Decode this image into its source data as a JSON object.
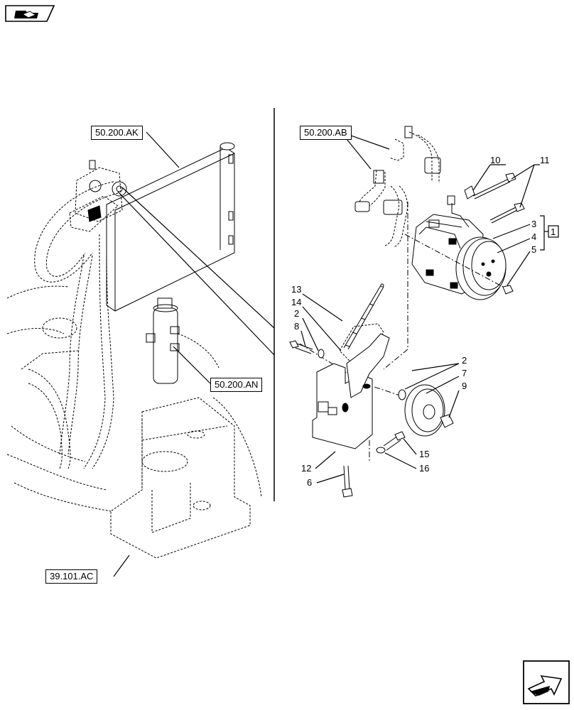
{
  "header": {
    "section_icon": "component-folder-icon"
  },
  "footer": {
    "nav_icon": "next-page-arrow-icon"
  },
  "references": {
    "ak": "50.200.AK",
    "ab": "50.200.AB",
    "an": "50.200.AN",
    "ac": "39.101.AC"
  },
  "callouts": {
    "c1": "1",
    "c2a": "2",
    "c2b": "2",
    "c3": "3",
    "c4": "4",
    "c5": "5",
    "c6": "6",
    "c7": "7",
    "c8": "8",
    "c9": "9",
    "c10": "10",
    "c11": "11",
    "c12": "12",
    "c13": "13",
    "c14": "14",
    "c15": "15",
    "c16": "16"
  }
}
